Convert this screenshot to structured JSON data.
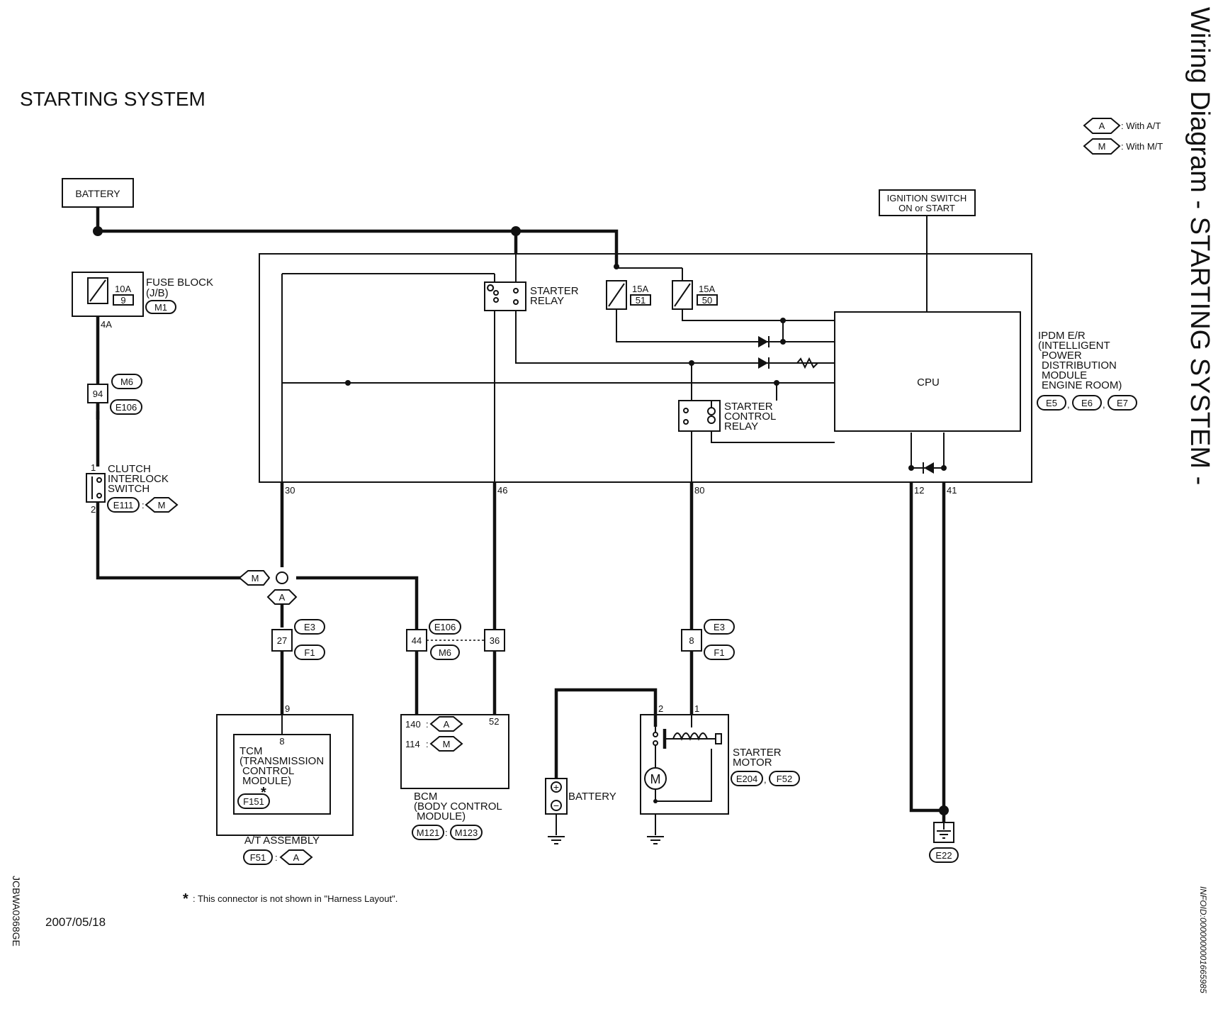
{
  "page": {
    "title": "STARTING SYSTEM",
    "side_title": "Wiring Diagram - STARTING SYSTEM -",
    "doc_code": "JCBWA0368GE",
    "info_id": "INFOID:0000000001665985",
    "date": "2007/05/18",
    "footnote_mark": "*",
    "footnote": ": This connector is not shown in \"Harness Layout\"."
  },
  "legend": [
    {
      "code": "A",
      "text": ": With A/T"
    },
    {
      "code": "M",
      "text": ": With M/T"
    }
  ],
  "battery_top": {
    "label": "BATTERY"
  },
  "fuse_block": {
    "amp": "10A",
    "num": "9",
    "label1": "FUSE BLOCK",
    "label2": "(J/B)",
    "conn": "M1",
    "term": "4A"
  },
  "harness_94": {
    "pin": "94",
    "conn_a": "M6",
    "conn_b": "E106"
  },
  "clutch_switch": {
    "pin_top": "1",
    "pin_bottom": "2",
    "label1": "CLUTCH",
    "label2": "INTERLOCK",
    "label3": "SWITCH",
    "conn": "E111",
    "sep": ":",
    "variant": "M"
  },
  "ignition": {
    "line1": "IGNITION SWITCH",
    "line2": "ON or START"
  },
  "ipdm": {
    "starter_relay1": "STARTER",
    "starter_relay2": "RELAY",
    "fuse51_amp": "15A",
    "fuse51_num": "51",
    "fuse50_amp": "15A",
    "fuse50_num": "50",
    "cpu": "CPU",
    "scr1": "STARTER",
    "scr2": "CONTROL",
    "scr3": "RELAY",
    "label1": "IPDM E/R",
    "label2": "(INTELLIGENT",
    "label3": "POWER",
    "label4": "DISTRIBUTION",
    "label5": "MODULE",
    "label6": "ENGINE ROOM)",
    "conns": [
      "E5",
      "E6",
      "E7"
    ],
    "comma": ",",
    "pins": [
      "30",
      "46",
      "80",
      "12",
      "41"
    ]
  },
  "junction": {
    "m": "M",
    "a": "A"
  },
  "harness_27": {
    "pin": "27",
    "conn_a": "E3",
    "conn_b": "F1"
  },
  "harness_44_36": {
    "pin_left": "44",
    "pin_right": "36",
    "conn_a": "E106",
    "conn_b": "M6"
  },
  "harness_8": {
    "pin": "8",
    "conn_a": "E3",
    "conn_b": "F1"
  },
  "at_assembly": {
    "pin_outer": "9",
    "pin_inner": "8",
    "tcm1": "TCM",
    "tcm2": "(TRANSMISSION",
    "tcm3": "CONTROL",
    "tcm4": "MODULE)",
    "star": "*",
    "conn_tcm": "F151",
    "label": "A/T ASSEMBLY",
    "conn": "F51",
    "sep": ":",
    "variant": "A"
  },
  "bcm": {
    "pin140": "140",
    "v140": "A",
    "pin114": "114",
    "v114": "M",
    "sep": ":",
    "pin52": "52",
    "label1": "BCM",
    "label2": "(BODY CONTROL",
    "label3": "MODULE)",
    "conn_a": "M121",
    "conn_b": "M123"
  },
  "battery_bottom": {
    "label": "BATTERY",
    "plus": "+",
    "minus": "−"
  },
  "starter_motor": {
    "pin2": "2",
    "pin1": "1",
    "m": "M",
    "label1": "STARTER",
    "label2": "MOTOR",
    "conn_a": "E204",
    "conn_b": "F52",
    "comma": ","
  },
  "ground": {
    "conn": "E22"
  }
}
